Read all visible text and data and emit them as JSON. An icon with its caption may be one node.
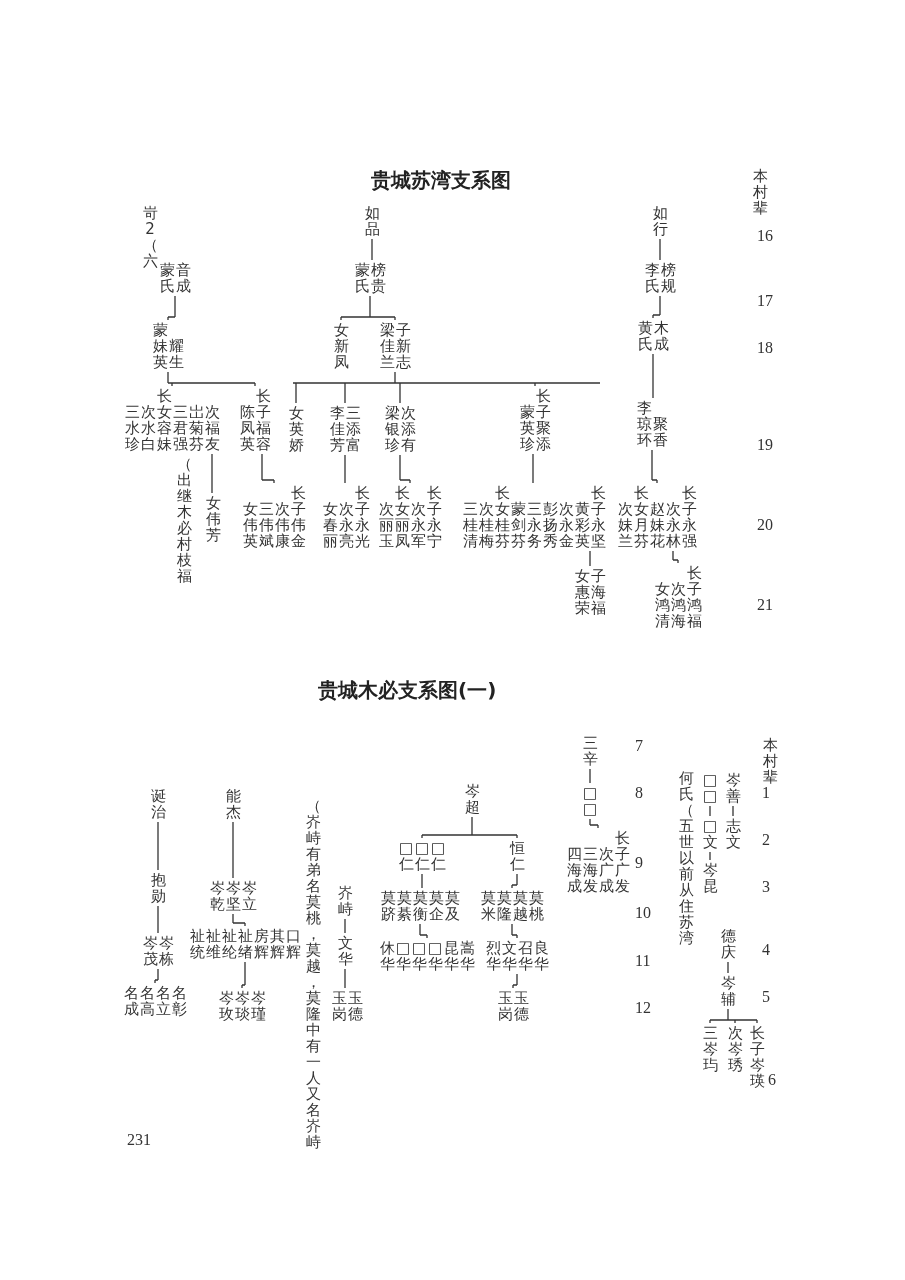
{
  "diagram": {
    "title": "贵城苏湾支系图",
    "nodes": [
      {
        "text": [
          "蒙氏",
          "音成"
        ]
      },
      {
        "text": [
          "蒙妹英",
          "耀生"
        ]
      },
      {
        "text": [
          "三水珍",
          "次水白",
          "长女容妹",
          "三君强",
          "岀菊芬",
          "次福友"
        ]
      },
      {
        "text": [
          "陈凤英",
          "长子福容"
        ]
      },
      {
        "text": [
          "女伟芳"
        ]
      },
      {
        "text": [
          "女伟英",
          "三伟斌",
          "次伟康",
          "长子伟金"
        ]
      },
      {
        "text": [
          "如品"
        ]
      },
      {
        "text": [
          "蒙氏",
          "榜贵"
        ]
      },
      {
        "text": [
          "梁佳兰",
          "子新志"
        ]
      },
      {
        "text": [
          "女新凤"
        ]
      },
      {
        "text": [
          "女英娇"
        ]
      },
      {
        "text": [
          "李佳芳",
          "三添富"
        ]
      },
      {
        "text": [
          "梁银珍",
          "次添有"
        ]
      },
      {
        "text": [
          "蒙英珍",
          "长子聚添"
        ]
      },
      {
        "text": [
          "女春丽",
          "次永亮",
          "长子永光"
        ]
      },
      {
        "text": [
          "次丽玉",
          "长女丽凤",
          "次永军",
          "长子永宁"
        ]
      },
      {
        "text": [
          "三桂清",
          "次桂梅",
          "长女桂芬",
          "蒙剑芬",
          "三永务",
          "彭扬秀",
          "次永金",
          "黄彩英",
          "长子永坚"
        ]
      },
      {
        "text": [
          "女惠荣",
          "子海福"
        ]
      },
      {
        "text": [
          "如行"
        ]
      },
      {
        "text": [
          "李氏",
          "榜规"
        ]
      },
      {
        "text": [
          "黄氏",
          "木成"
        ]
      },
      {
        "text": [
          "李琼环",
          "聚香"
        ]
      },
      {
        "text": [
          "次妹兰",
          "长女月芬",
          "赵妹花",
          "次永林",
          "长子永强"
        ]
      },
      {
        "text": [
          "女鸿清",
          "次鸿海",
          "长子鸿福"
        ]
      },
      {
        "text": [
          "岑善"
        ]
      },
      {
        "text": [
          "志文"
        ]
      },
      {
        "text": [
          "□□"
        ]
      },
      {
        "text": [
          "□文"
        ]
      },
      {
        "text": [
          "岑昆"
        ]
      },
      {
        "text": [
          "德庆"
        ]
      },
      {
        "text": [
          "岑辅"
        ]
      },
      {
        "text": [
          "三岑玙"
        ]
      },
      {
        "text": [
          "次岑琇"
        ]
      },
      {
        "text": [
          "长子岑瑛"
        ]
      },
      {
        "text": [
          "三辛"
        ]
      },
      {
        "text": [
          "□□"
        ]
      },
      {
        "text": [
          "四海成",
          "三海发",
          "次广成",
          "长子广发"
        ]
      },
      {
        "text": [
          "岑超"
        ]
      },
      {
        "text": [
          "□仁",
          "□仁",
          "□仁"
        ]
      },
      {
        "text": [
          "恒仁"
        ]
      },
      {
        "text": [
          "莫跻",
          "莫綦",
          "莫衡",
          "莫企",
          "莫及"
        ]
      },
      {
        "text": [
          "莫米",
          "莫隆",
          "莫越",
          "莫桃"
        ]
      },
      {
        "text": [
          "休华",
          "□华",
          "□华",
          "□华",
          "昆华",
          "嵩华"
        ]
      },
      {
        "text": [
          "烈华",
          "文华",
          "召华",
          "良华"
        ]
      },
      {
        "text": [
          "玉岗",
          "玉德"
        ]
      },
      {
        "text": [
          "岕峙"
        ]
      },
      {
        "text": [
          "文华"
        ]
      },
      {
        "text": [
          "玉岗",
          "玉德"
        ]
      },
      {
        "text": [
          "诞治"
        ]
      },
      {
        "text": [
          "抱勋"
        ]
      },
      {
        "text": [
          "岑茂",
          "岑栋"
        ]
      },
      {
        "text": [
          "名成",
          "名高",
          "名立",
          "名彰"
        ]
      },
      {
        "text": [
          "能杰"
        ]
      },
      {
        "text": [
          "岑乾",
          "岑坚",
          "岑立"
        ]
      },
      {
        "text": [
          "祉统",
          "祉维",
          "祉纶",
          "祉绪",
          "房辉",
          "其辉",
          "口辉"
        ]
      },
      {
        "text": [
          "岑玫",
          "岑琰",
          "岑瑾"
        ]
      }
    ],
    "edges": [
      {
        "from": 0,
        "to": 1,
        "arrow": "none"
      },
      {
        "from": 1,
        "to": 2,
        "arrow": "none"
      },
      {
        "from": 1,
        "to": 3,
        "arrow": "none"
      },
      {
        "from": 2,
        "to": 4,
        "arrow": "none"
      },
      {
        "from": 3,
        "to": 5,
        "arrow": "none"
      },
      {
        "from": 6,
        "to": 7,
        "arrow": "none"
      },
      {
        "from": 7,
        "to": 9,
        "arrow": "none"
      },
      {
        "from": 7,
        "to": 8,
        "arrow": "none"
      },
      {
        "from": 8,
        "to": 10,
        "arrow": "none"
      },
      {
        "from": 8,
        "to": 11,
        "arrow": "none"
      },
      {
        "from": 8,
        "to": 12,
        "arrow": "none"
      },
      {
        "from": 8,
        "to": 13,
        "arrow": "none"
      },
      {
        "from": 11,
        "to": 14,
        "arrow": "none"
      },
      {
        "from": 12,
        "to": 15,
        "arrow": "none"
      },
      {
        "from": 13,
        "to": 16,
        "arrow": "none"
      },
      {
        "from": 16,
        "to": 17,
        "arrow": "none"
      },
      {
        "from": 18,
        "to": 19,
        "arrow": "none"
      },
      {
        "from": 19,
        "to": 20,
        "arrow": "none"
      },
      {
        "from": 20,
        "to": 21,
        "arrow": "none"
      },
      {
        "from": 21,
        "to": 22,
        "arrow": "none"
      },
      {
        "from": 22,
        "to": 23,
        "arrow": "none"
      },
      {
        "from": 24,
        "to": 25,
        "arrow": "none"
      },
      {
        "from": 26,
        "to": 27,
        "arrow": "none"
      },
      {
        "from": 27,
        "to": 28,
        "arrow": "none"
      },
      {
        "from": 29,
        "to": 30,
        "arrow": "none"
      },
      {
        "from": 30,
        "to": 31,
        "arrow": "none"
      },
      {
        "from": 30,
        "to": 32,
        "arrow": "none"
      },
      {
        "from": 30,
        "to": 33,
        "arrow": "none"
      },
      {
        "from": 34,
        "to": 35,
        "arrow": "none"
      },
      {
        "from": 35,
        "to": 36,
        "arrow": "none"
      },
      {
        "from": 37,
        "to": 38,
        "arrow": "none"
      },
      {
        "from": 37,
        "to": 39,
        "arrow": "none"
      },
      {
        "from": 38,
        "to": 40,
        "arrow": "none"
      },
      {
        "from": 39,
        "to": 41,
        "arrow": "none"
      },
      {
        "from": 40,
        "to": 42,
        "arrow": "none"
      },
      {
        "from": 41,
        "to": 43,
        "arrow": "none"
      },
      {
        "from": 43,
        "to": 44,
        "arrow": "none"
      },
      {
        "from": 45,
        "to": 46,
        "arrow": "none"
      },
      {
        "from": 46,
        "to": 47,
        "arrow": "none"
      },
      {
        "from": 48,
        "to": 49,
        "arrow": "none"
      },
      {
        "from": 49,
        "to": 50,
        "arrow": "none"
      },
      {
        "from": 50,
        "to": 51,
        "arrow": "none"
      },
      {
        "from": 52,
        "to": 53,
        "arrow": "none"
      },
      {
        "from": 53,
        "to": 54,
        "arrow": "none"
      },
      {
        "from": 54,
        "to": 55,
        "arrow": "none"
      }
    ],
    "labels": [
      "本村辈",
      "16",
      "岢2（六",
      "17",
      "18",
      "19",
      "（出继木必村枝福",
      "20",
      "21",
      "贵城木必支系图(一)",
      "7",
      "本村辈",
      "何氏（五世以前从住苏湾",
      "1",
      "8",
      "2",
      "（岕峙有弟名莫桃，莫越，莫隆中有一人又名岕峙",
      "9",
      "3",
      "10",
      "4",
      "11",
      "5",
      "12",
      "6",
      "231"
    ]
  }
}
